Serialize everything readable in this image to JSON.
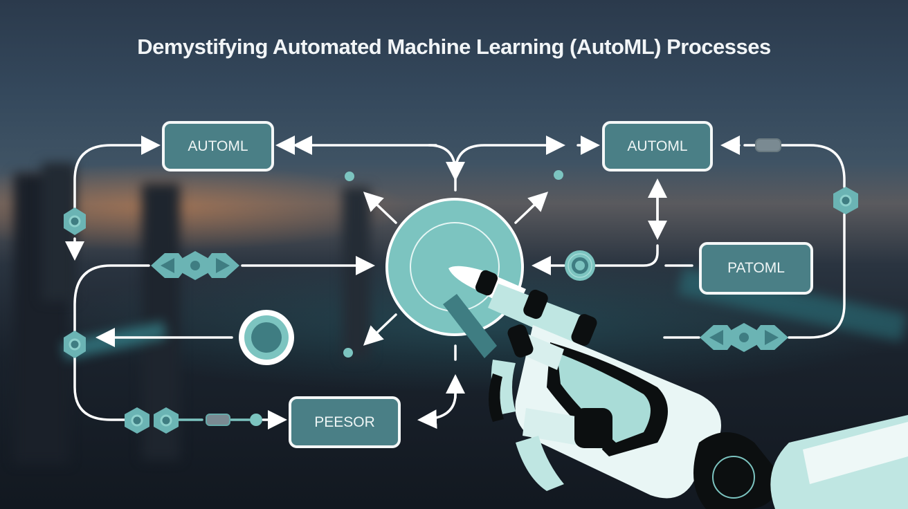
{
  "title": "Demystifying Automated Machine Learning (AutoML) Processes",
  "colors": {
    "node_fill": "#4a7f86",
    "node_border": "#f4f7f7",
    "accent_teal": "#7cc4c0",
    "dark_teal": "#3f6f74",
    "line": "#ffffff"
  },
  "nodes": {
    "top_left": {
      "label": "AUTOML"
    },
    "top_right": {
      "label": "AUTOML"
    },
    "mid_right": {
      "label": "PATOML"
    },
    "bottom": {
      "label": "PEESOR"
    }
  },
  "icons": [
    "hexagon-icon",
    "diamond-chevron-cluster-icon",
    "central-hub-circle",
    "ring-node-icon",
    "robot-hand-illustration"
  ]
}
